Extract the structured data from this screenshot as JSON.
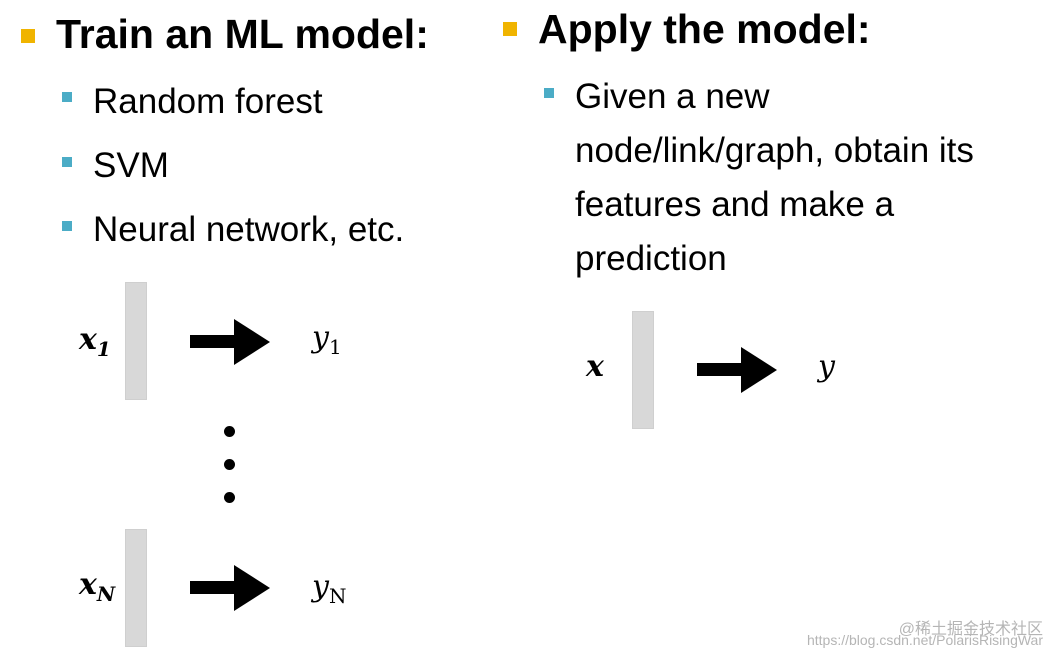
{
  "left": {
    "heading": "Train an ML model:",
    "items": [
      "Random forest",
      "SVM",
      "Neural network, etc."
    ],
    "rows": [
      {
        "x": "x",
        "x_sub": "1",
        "y": "y",
        "y_sub": "1"
      },
      {
        "x": "x",
        "x_sub": "N",
        "y": "y",
        "y_sub": "N"
      }
    ]
  },
  "right": {
    "heading": "Apply the model:",
    "paragraph_lines": [
      "Given a new",
      "node/link/graph, obtain its",
      "features and make a",
      "prediction"
    ],
    "row": {
      "x": "x",
      "y": "y"
    }
  },
  "watermark": {
    "line1": "@稀土掘金技术社区",
    "line2": "https://blog.csdn.net/PolarisRisingWar"
  },
  "colors": {
    "bullet_level1": "#f0b400",
    "bullet_level2": "#4bacc6",
    "feature_bar": "#d8d8d8"
  }
}
